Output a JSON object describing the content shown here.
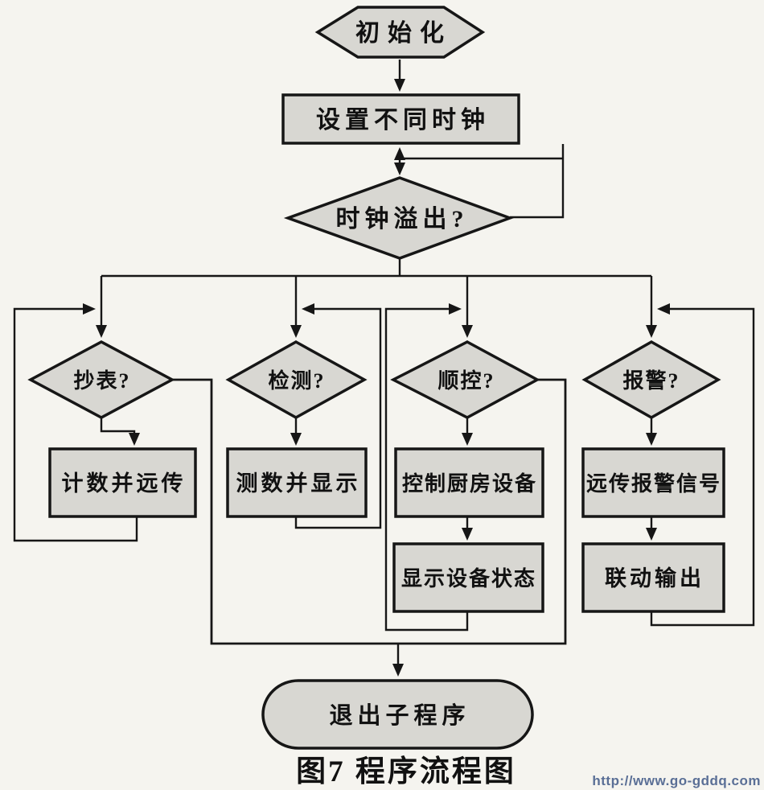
{
  "figure": {
    "caption": "图7 程序流程图",
    "watermark": "http://www.go-gddq.com"
  },
  "colors": {
    "paper": "#f5f4ef",
    "shape_fill": "#d8d7d2",
    "line": "#161616",
    "watermark_text": "#5a6f96"
  },
  "nodes": {
    "init": {
      "label": "初始化",
      "shape": "hexagon"
    },
    "set_clocks": {
      "label": "设置不同时钟",
      "shape": "process"
    },
    "clock_overflow": {
      "label": "时钟溢出?",
      "shape": "decision"
    },
    "meter_read": {
      "label": "抄表?",
      "shape": "decision"
    },
    "detect": {
      "label": "检测?",
      "shape": "decision"
    },
    "seq_control": {
      "label": "顺控?",
      "shape": "decision"
    },
    "alarm": {
      "label": "报警?",
      "shape": "decision"
    },
    "count_transmit": {
      "label": "计数并远传",
      "shape": "process"
    },
    "measure_display": {
      "label": "测数并显示",
      "shape": "process"
    },
    "kitchen_control": {
      "label": "控制厨房设备",
      "shape": "process"
    },
    "alarm_signal": {
      "label": "远传报警信号",
      "shape": "process"
    },
    "device_status": {
      "label": "显示设备状态",
      "shape": "process"
    },
    "linkage_output": {
      "label": "联动输出",
      "shape": "process"
    },
    "exit_sub": {
      "label": "退出子程序",
      "shape": "terminal"
    }
  }
}
